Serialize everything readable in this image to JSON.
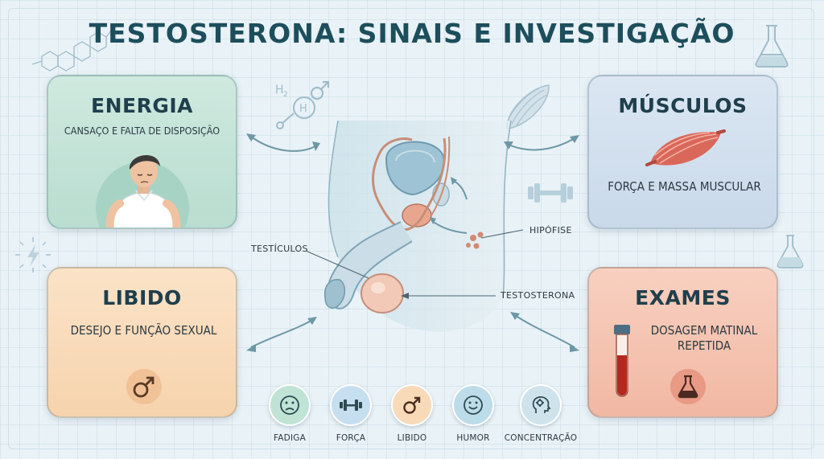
{
  "title": "TESTOSTERONA: SINAIS E INVESTIGAÇÃO",
  "cards": {
    "energia": {
      "title": "ENERGIA",
      "desc": "CANSAÇO E FALTA DE DISPOSIÇÃO"
    },
    "musculos": {
      "title": "MÚSCULOS",
      "desc": "FORÇA E MASSA MUSCULAR"
    },
    "libido": {
      "title": "LIBIDO",
      "desc": "DESEJO E FUNÇÃO SEXUAL"
    },
    "exames": {
      "title": "EXAMES",
      "desc": "DOSAGEM MATINAL REPETIDA"
    }
  },
  "anatomy_labels": {
    "testiculos": "TESTÍCULOS",
    "hipofise": "HIPÓFISE",
    "testosterona": "TESTOSTERONA"
  },
  "bottom_icons": [
    {
      "label": "FADIGA",
      "icon": "sad-face-icon",
      "color": "#bfe3d4"
    },
    {
      "label": "FORÇA",
      "icon": "dumbbell-icon",
      "color": "#c6dff0"
    },
    {
      "label": "LIBIDO",
      "icon": "male-symbol-icon",
      "color": "#f8d9b8"
    },
    {
      "label": "HUMOR",
      "icon": "smile-face-icon",
      "color": "#bcdcea"
    },
    {
      "label": "CONCENTRAÇÃO",
      "icon": "brain-head-icon",
      "color": "#cfe3ec"
    }
  ],
  "colors": {
    "title": "#1d4e5c",
    "energia": "#c4e3d7",
    "musculos": "#d2e0ee",
    "libido": "#f9dcbb",
    "exames": "#f4c4b1",
    "arrow": "#6c98a6"
  }
}
